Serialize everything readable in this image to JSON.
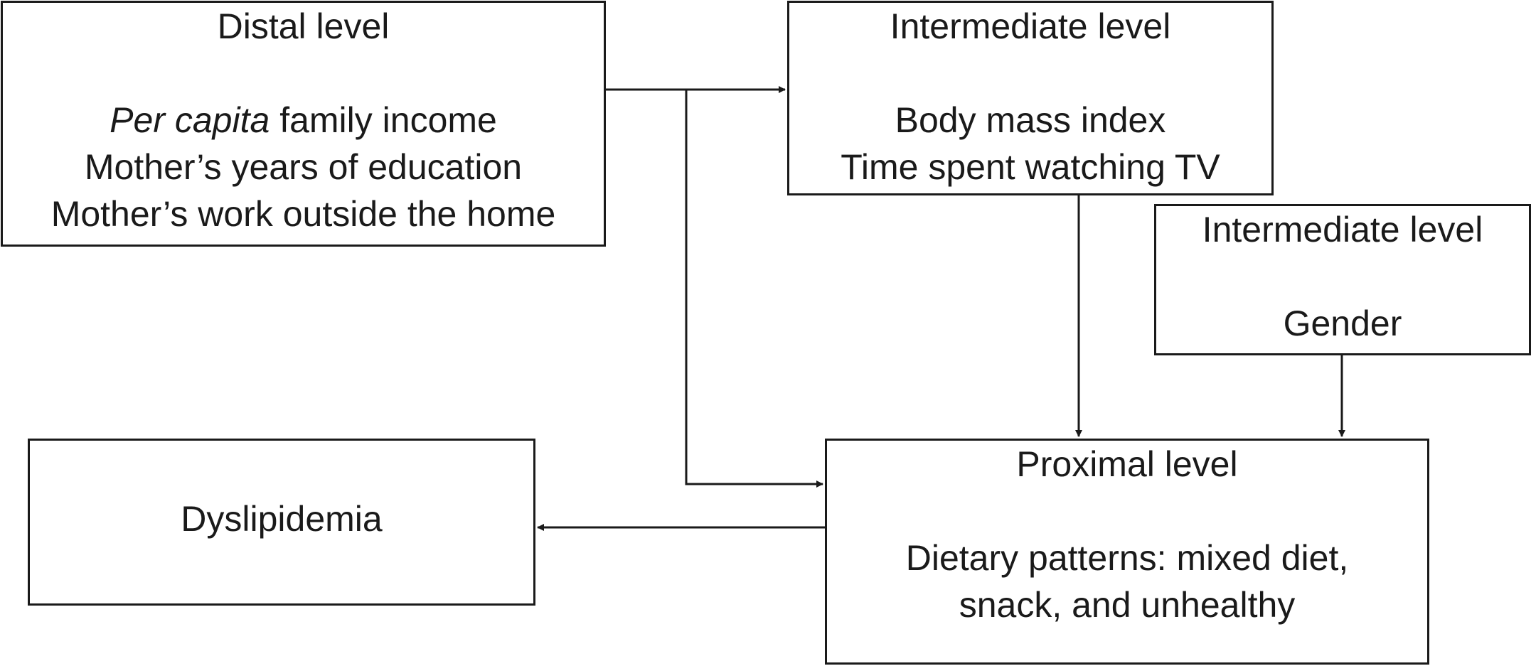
{
  "distal": {
    "title": "Distal level",
    "item1_italic": "Per capita",
    "item1_rest": " family income",
    "item2": "Mother’s years of education",
    "item3": "Mother’s work outside the home"
  },
  "intermediate_1": {
    "title": "Intermediate level",
    "item1": "Body mass index",
    "item2": "Time spent watching TV"
  },
  "intermediate_2": {
    "title": "Intermediate level",
    "item1": "Gender"
  },
  "proximal": {
    "title": "Proximal level",
    "item1": "Dietary patterns: mixed diet,",
    "item2": "snack, and unhealthy"
  },
  "outcome": {
    "label": "Dyslipidemia"
  }
}
